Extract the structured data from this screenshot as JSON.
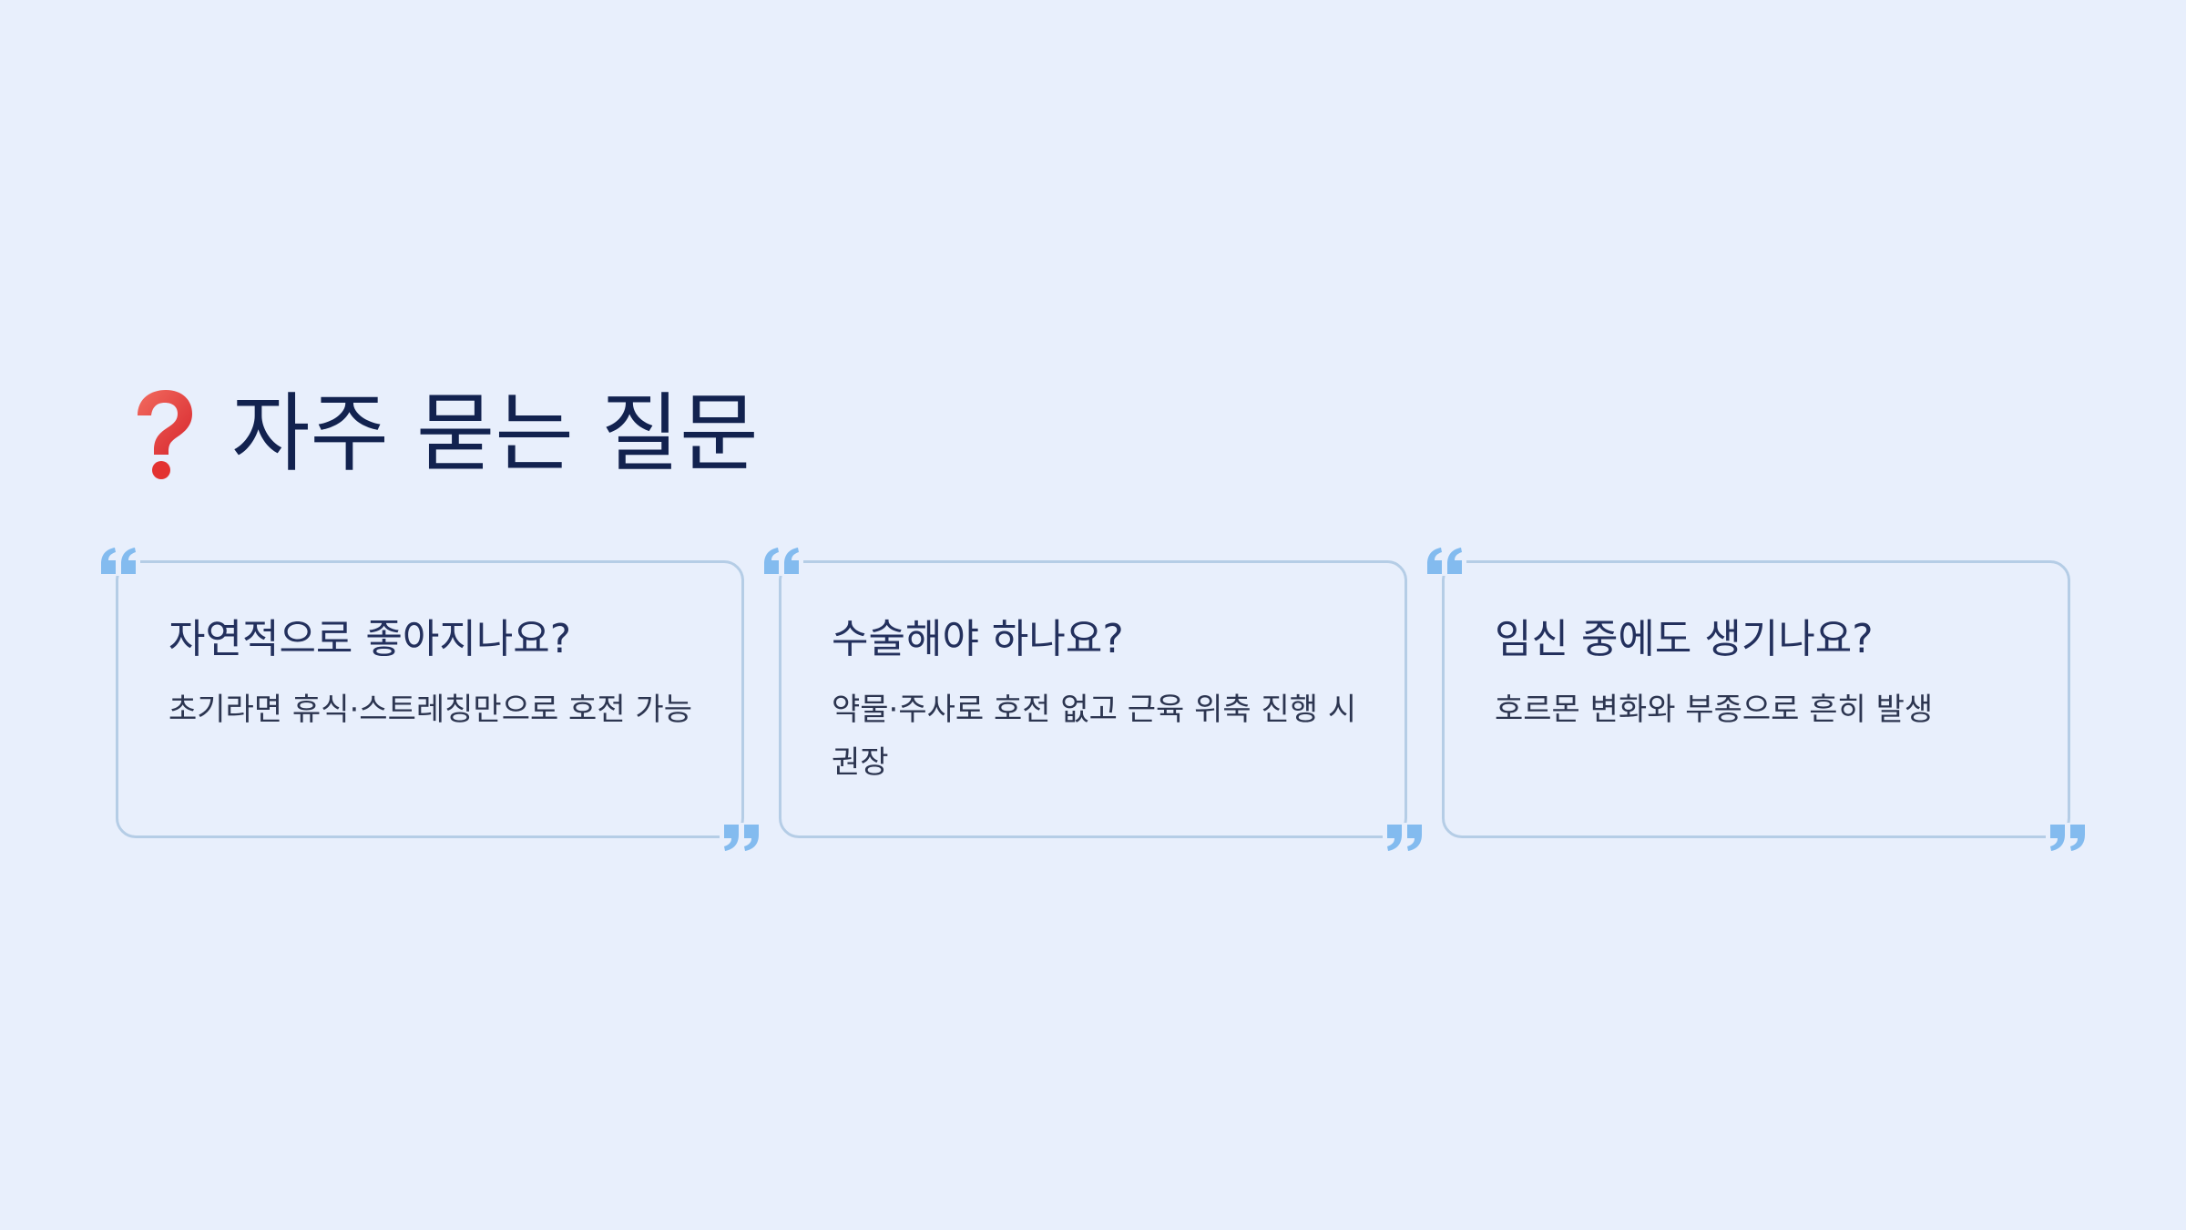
{
  "title": {
    "icon": "question-mark-icon",
    "text": "자주 묻는 질문"
  },
  "colors": {
    "background": "#e8effc",
    "card_border": "#b5cde6",
    "quote_mark": "#83bbef",
    "title_text": "#12224f",
    "question_mark_icon": "#e3322f"
  },
  "faq": [
    {
      "question": "자연적으로 좋아지나요?",
      "answer": "초기라면 휴식·스트레칭만으로 호전 가능"
    },
    {
      "question": "수술해야 하나요?",
      "answer": "약물·주사로 호전 없고 근육 위축 진행 시 권장"
    },
    {
      "question": "임신 중에도 생기나요?",
      "answer": "호르몬 변화와 부종으로 흔히 발생"
    }
  ]
}
